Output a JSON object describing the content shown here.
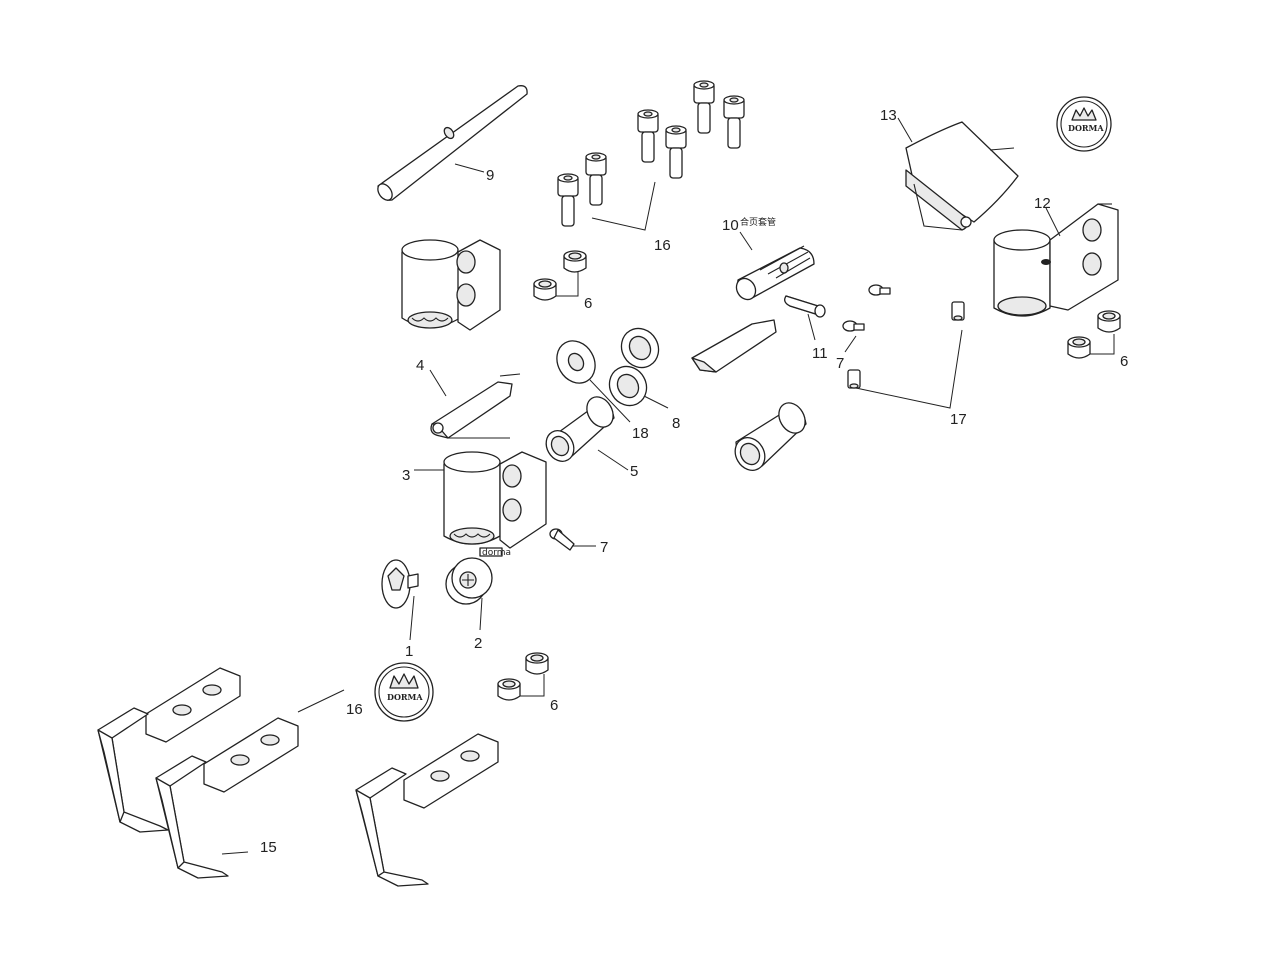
{
  "labels": {
    "l1": "1",
    "l2": "2",
    "l3": "3",
    "l4": "4",
    "l5": "5",
    "l6a": "6",
    "l6b": "6",
    "l6c": "6",
    "l7a": "7",
    "l7b": "7",
    "l8": "8",
    "l9": "9",
    "l10": "10",
    "l10text": "合页套管",
    "l11": "11",
    "l12": "12",
    "l13": "13",
    "l15": "15",
    "l16a": "16",
    "l16b": "16",
    "l17": "17",
    "l18": "18"
  },
  "logos": {
    "logo_top": "DORMA",
    "logo_bottom": "DORMA"
  },
  "stamp": "dorma"
}
